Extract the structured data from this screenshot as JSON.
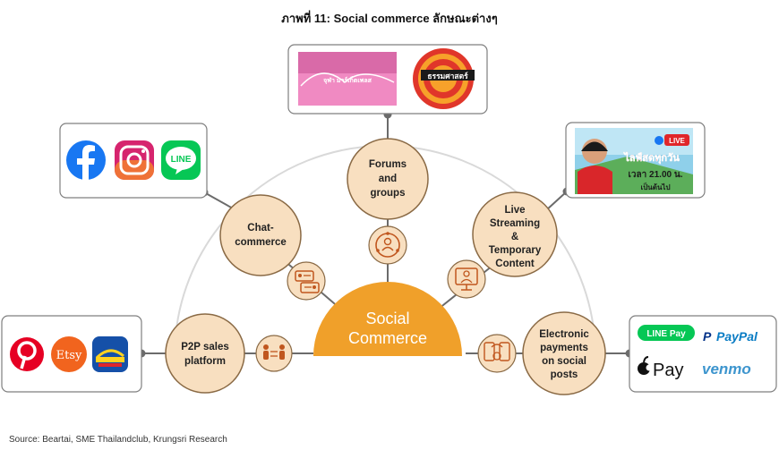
{
  "header": {
    "title": "ภาพที่ 11: Social commerce ลักษณะต่างๆ"
  },
  "hub": {
    "line1": "Social",
    "line2": "Commerce"
  },
  "nodes": {
    "forums": {
      "lines": [
        "Forums",
        "and",
        "groups"
      ]
    },
    "chat": {
      "lines": [
        "Chat-",
        "commerce"
      ]
    },
    "live": {
      "lines": [
        "Live",
        "Streaming",
        "&",
        "Temporary",
        "Content"
      ]
    },
    "p2p": {
      "lines": [
        "P2P sales",
        "platform"
      ]
    },
    "payments": {
      "lines": [
        "Electronic",
        "payments",
        "on social",
        "posts"
      ]
    }
  },
  "boxes": {
    "chat_logos": {
      "line": "LINE"
    },
    "p2p_logos": {
      "etsy": "Etsy"
    },
    "payment_logos": {
      "line_pay": "LINE Pay",
      "paypal": "PayPal",
      "apple_pay": "Pay",
      "venmo": "venmo"
    },
    "live_promo": {
      "badge": "LIVE",
      "text1": "ไลฟ์สดทุกวัน",
      "text2": "เวลา 21.00 น.",
      "text3": "เป็นต้นไป"
    },
    "forum_images": {
      "img1_text": "จุฬา มาร์เก็ตเพลส",
      "img2_text": "ธรรมศาสตร์"
    }
  },
  "colors": {
    "node_fill": "#f8dfc0",
    "node_stroke": "#8a6a45",
    "hub": "#f0a02a",
    "icon_ring": "#c0561e",
    "line": "#6b6b6b",
    "arc": "#d9d9d9"
  },
  "footer": {
    "source": "Source: Beartai, SME Thailandclub, Krungsri Research"
  }
}
